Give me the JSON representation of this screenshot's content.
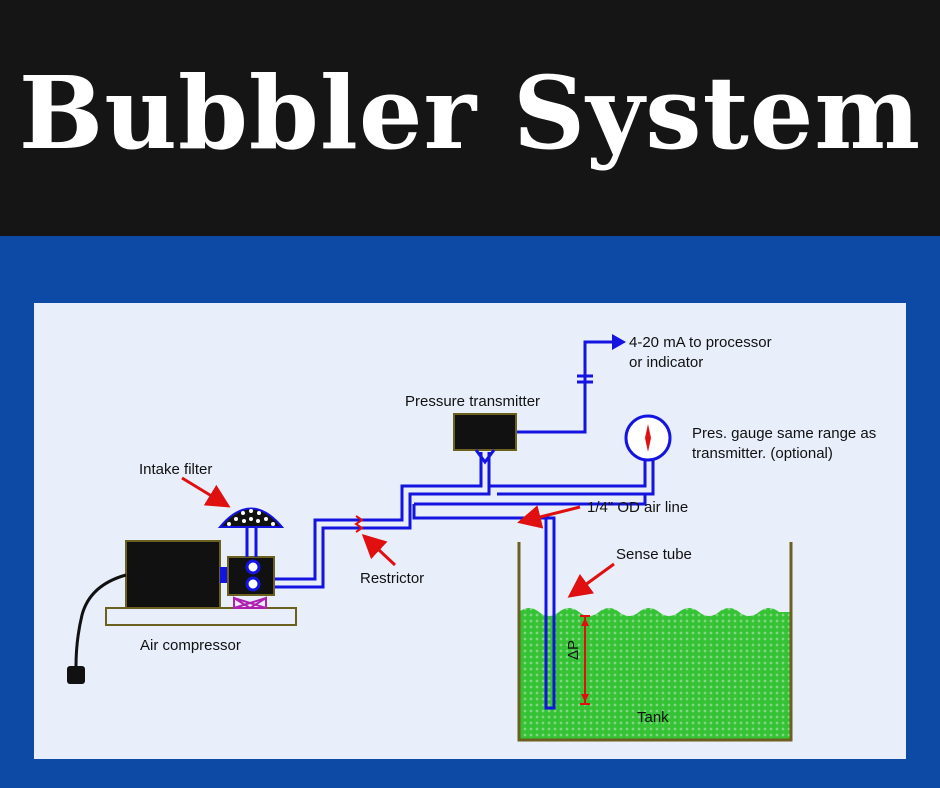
{
  "header": {
    "title": "Bubbler System"
  },
  "labels": {
    "output_line1": "4-20 mA to processor",
    "output_line2": "or indicator",
    "pressure_transmitter": "Pressure transmitter",
    "gauge_line1": "Pres. gauge same range as",
    "gauge_line2": "transmitter. (optional)",
    "intake_filter": "Intake filter",
    "air_line": "1/4\" OD air line",
    "sense_tube": "Sense tube",
    "restrictor": "Restrictor",
    "air_compressor": "Air compressor",
    "tank": "Tank",
    "delta_p": "ΔP"
  },
  "colors": {
    "header_bg": "#151515",
    "band_bg": "#0d4aa6",
    "panel_bg": "#e8eefa",
    "air_line": "#1414e0",
    "arrow": "#e01010",
    "water": "#35c235",
    "equipment": "#111111",
    "base": "#7a6a2a"
  }
}
